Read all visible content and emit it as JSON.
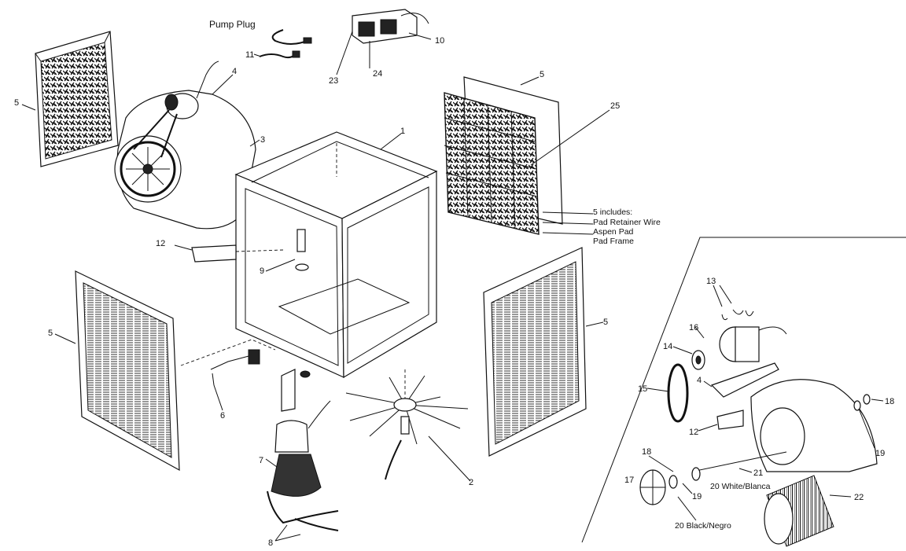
{
  "labels": {
    "pump_plug": "Pump Plug",
    "n1": "1",
    "n2": "2",
    "n3": "3",
    "n4": "4",
    "n5": "5",
    "n6": "6",
    "n7": "7",
    "n8": "8",
    "n9": "9",
    "n10": "10",
    "n11": "11",
    "n12": "12",
    "n13": "13",
    "n14": "14",
    "n15": "15",
    "n16": "16",
    "n17": "17",
    "n18": "18",
    "n19": "19",
    "n21": "21",
    "n22": "22",
    "n23": "23",
    "n24": "24",
    "n25": "25",
    "n20_white": "20 White/Blanca",
    "n20_black": "20 Black/Negro"
  },
  "note_5": {
    "title": "5 includes:",
    "items": [
      "Pad Retainer Wire",
      "Aspen Pad",
      "Pad Frame"
    ]
  }
}
